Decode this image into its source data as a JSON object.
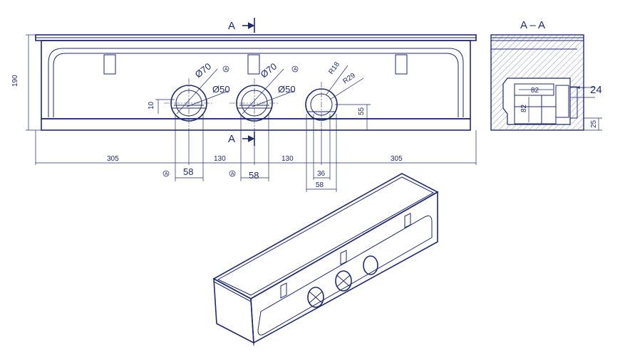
{
  "colors": {
    "line": "#1f2a6e",
    "background": "#ffffff"
  },
  "labels": {
    "section_arrow": "A",
    "section_title": "A – A",
    "height_190": "190",
    "dim_10": "10",
    "dim_55": "55",
    "dim_305_left": "305",
    "dim_130_a": "130",
    "dim_130_b": "130",
    "dim_305_right": "305",
    "dim_58_a": "58",
    "dim_58_b": "58",
    "dim_36": "36",
    "dim_58_c": "58",
    "dia70_a": "Ø70",
    "dia50_a": "Ø50",
    "dia70_b": "Ø70",
    "dia50_b": "Ø50",
    "r18": "R18",
    "r29": "R29",
    "marker_a": "A",
    "sec_82_h": "82",
    "sec_82_v": "82",
    "sec_24": "24",
    "sec_25": "25"
  }
}
